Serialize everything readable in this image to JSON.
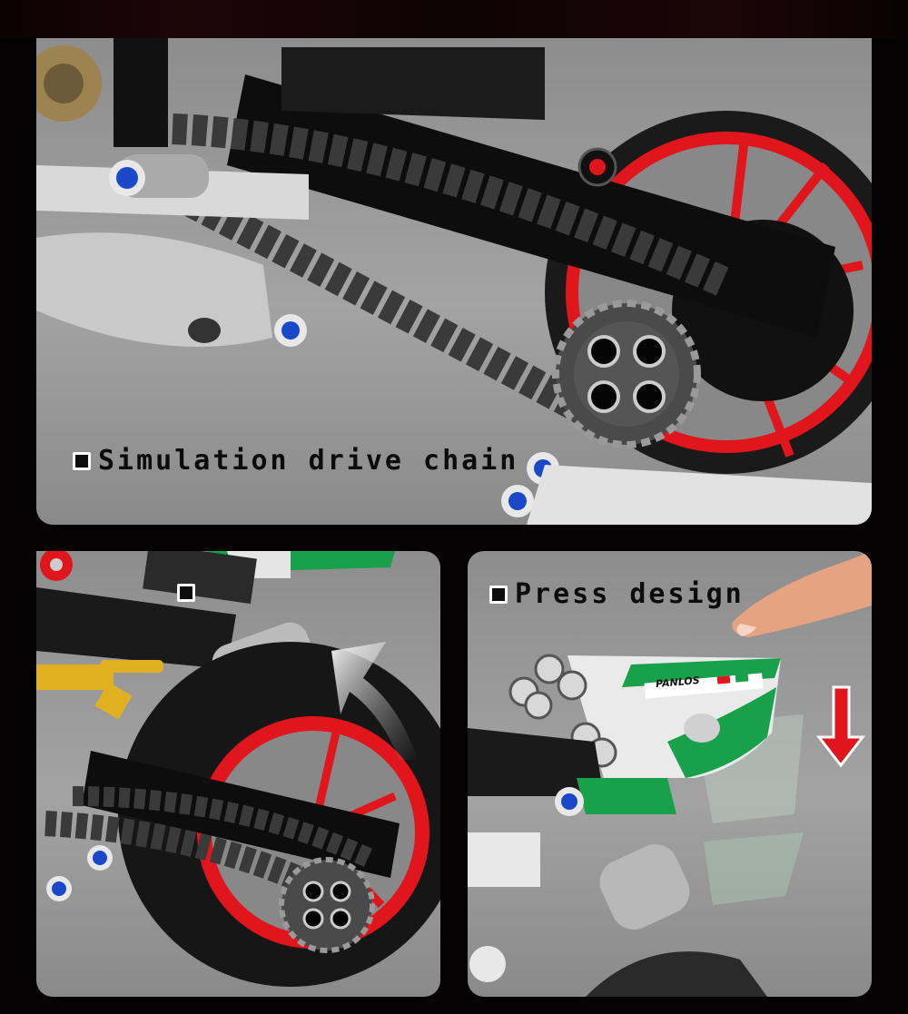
{
  "panels": {
    "top": {
      "caption": "Simulation drive chain",
      "subject": "rear swingarm with drive chain, sprocket and red-spoke wheel"
    },
    "bottom_left": {
      "caption": "",
      "subject": "swingarm, gold rear shock, exhaust and red-rim rear wheel",
      "arrow": "curved-up-arrow"
    },
    "bottom_right": {
      "caption": "Press design",
      "subject": "finger pressing green/white tail fairing",
      "fairing_logo": "PANLOS",
      "arrow": "down-arrow"
    }
  },
  "colors": {
    "background": "#050203",
    "panel": "#9a9a9a",
    "accent_red": "#e0161c",
    "fairing_green": "#18a04a",
    "pin_blue": "#1a48c8",
    "shock_gold": "#e0b020",
    "caption_text": "#0c0c0c"
  }
}
